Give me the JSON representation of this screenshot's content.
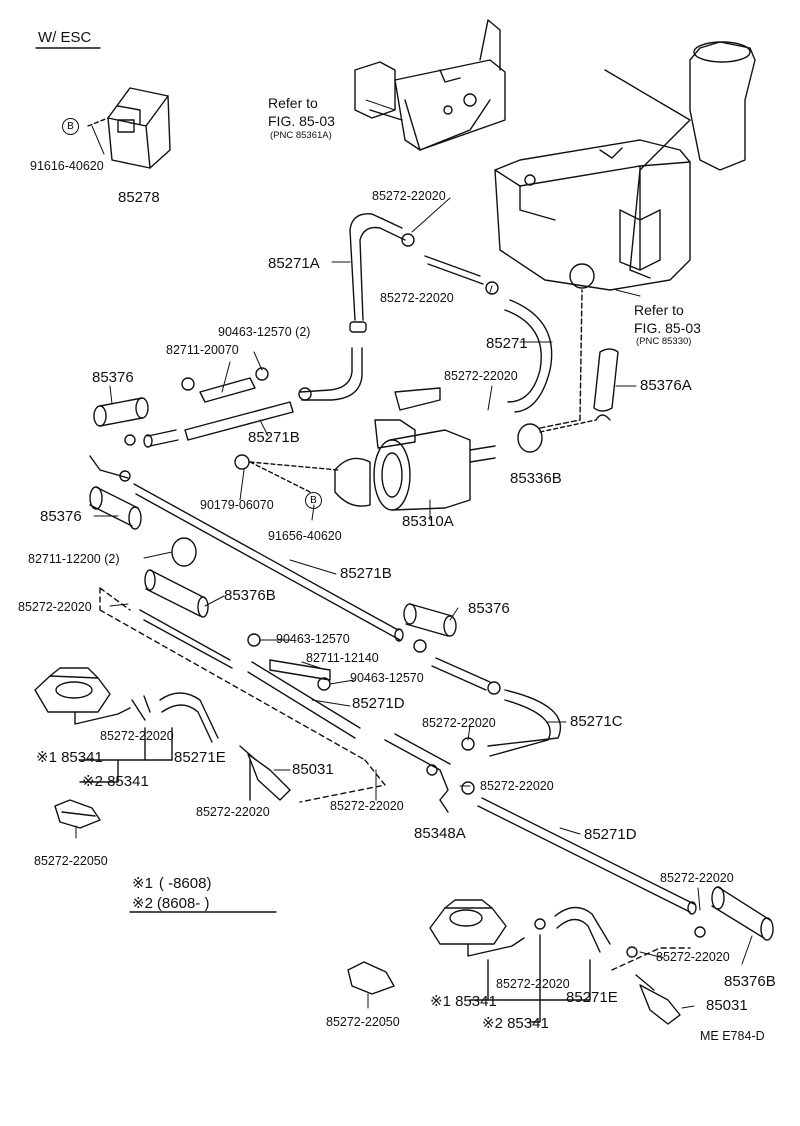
{
  "header": "W/ ESC",
  "footer_code": "ME  E784-D",
  "circle_marker": "B",
  "legend": {
    "row1_mark": "※1",
    "row1_text": "(        -8608)",
    "row2_mark": "※2",
    "row2_text": "(8608-        )"
  },
  "refer_top": {
    "l1": "Refer to",
    "l2": "FIG. 85-03",
    "l3": "(PNC 85361A)"
  },
  "refer_right": {
    "l1": "Refer to",
    "l2": "FIG. 85-03",
    "l3": "(PNC 85330)"
  },
  "labels": {
    "p91616_40620": "91616-40620",
    "p85278": "85278",
    "c_a": "85272-22020",
    "p85271A": "85271A",
    "c_b": "85272-22020",
    "p85271_top": "85271",
    "p90463_2": "90463-12570 (2)",
    "p82711_20070": "82711-20070",
    "p85376_1": "85376",
    "p85271B_1": "85271B",
    "c_c": "85272-22020",
    "p85376A": "85376A",
    "p85336B": "85336B",
    "p90179": "90179-06070",
    "p91656": "91656-40620",
    "p85310A": "85310A",
    "p85376_2": "85376",
    "p82711_12200": "82711-12200 (2)",
    "p85271B_2": "85271B",
    "c_d": "85272-22020",
    "p85376B_1": "85376B",
    "p85376_3": "85376",
    "p90463_a": "90463-12570",
    "p82711_12140": "82711-12140",
    "p90463_b": "90463-12570",
    "p85271D_1": "85271D",
    "c_e": "85272-22020",
    "p85271C": "85271C",
    "c_f": "85272-22020",
    "p85341_1": "85341",
    "p85341_2": "85341",
    "p85271E_1": "85271E",
    "p85031_1": "85031",
    "c_g": "85272-22020",
    "c_h": "85272-22020",
    "c_i": "85272-22020",
    "p85348A": "85348A",
    "p85271D_2": "85271D",
    "p85272_22050_1": "85272-22050",
    "c_j": "85272-22020",
    "c_k": "85272-22020",
    "p85376B_2": "85376B",
    "c_l": "85272-22020",
    "p85341_3": "85341",
    "p85341_4": "85341",
    "p85271E_2": "85271E",
    "p85031_2": "85031",
    "p85272_22050_2": "85272-22050"
  }
}
